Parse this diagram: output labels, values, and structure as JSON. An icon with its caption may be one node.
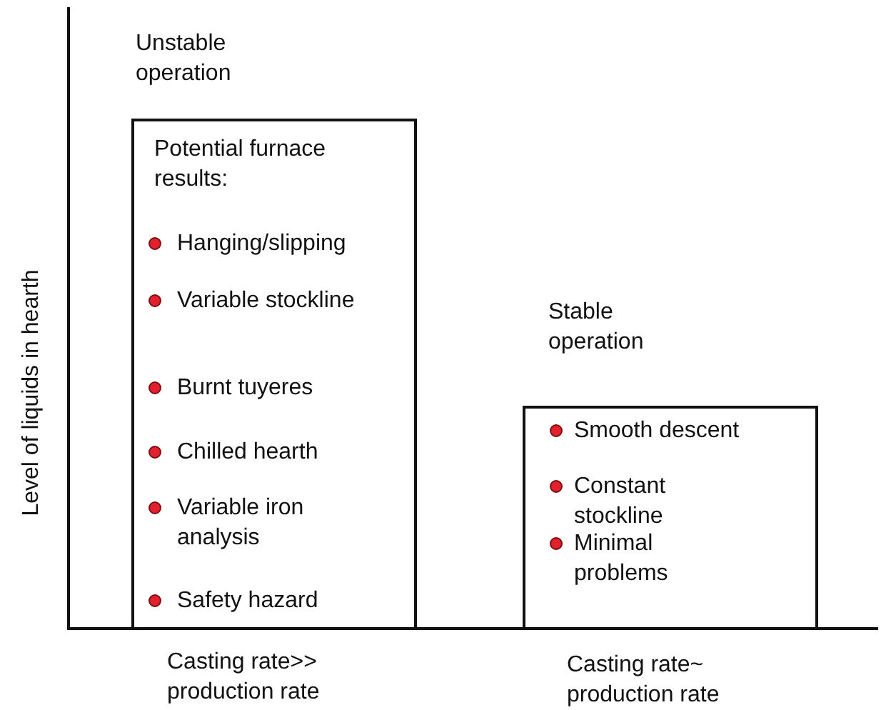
{
  "diagram": {
    "nodes": [
      {
        "text": [
          "Potential furnace results:",
          "Hanging/slipping",
          "Variable stockline",
          "Burnt tuyeres",
          "Chilled hearth",
          "Variable iron analysis",
          "Safety hazard"
        ],
        "beside": [
          "Unstable operation"
        ]
      },
      {
        "text": [
          "Smooth descent",
          "Constant stockline",
          "Minimal problems"
        ],
        "beside": [
          "Stable operation"
        ]
      }
    ],
    "labels": [
      "Level of liquids in hearth",
      "Casting rate>> production rate",
      "Casting rate~ production rate"
    ]
  }
}
